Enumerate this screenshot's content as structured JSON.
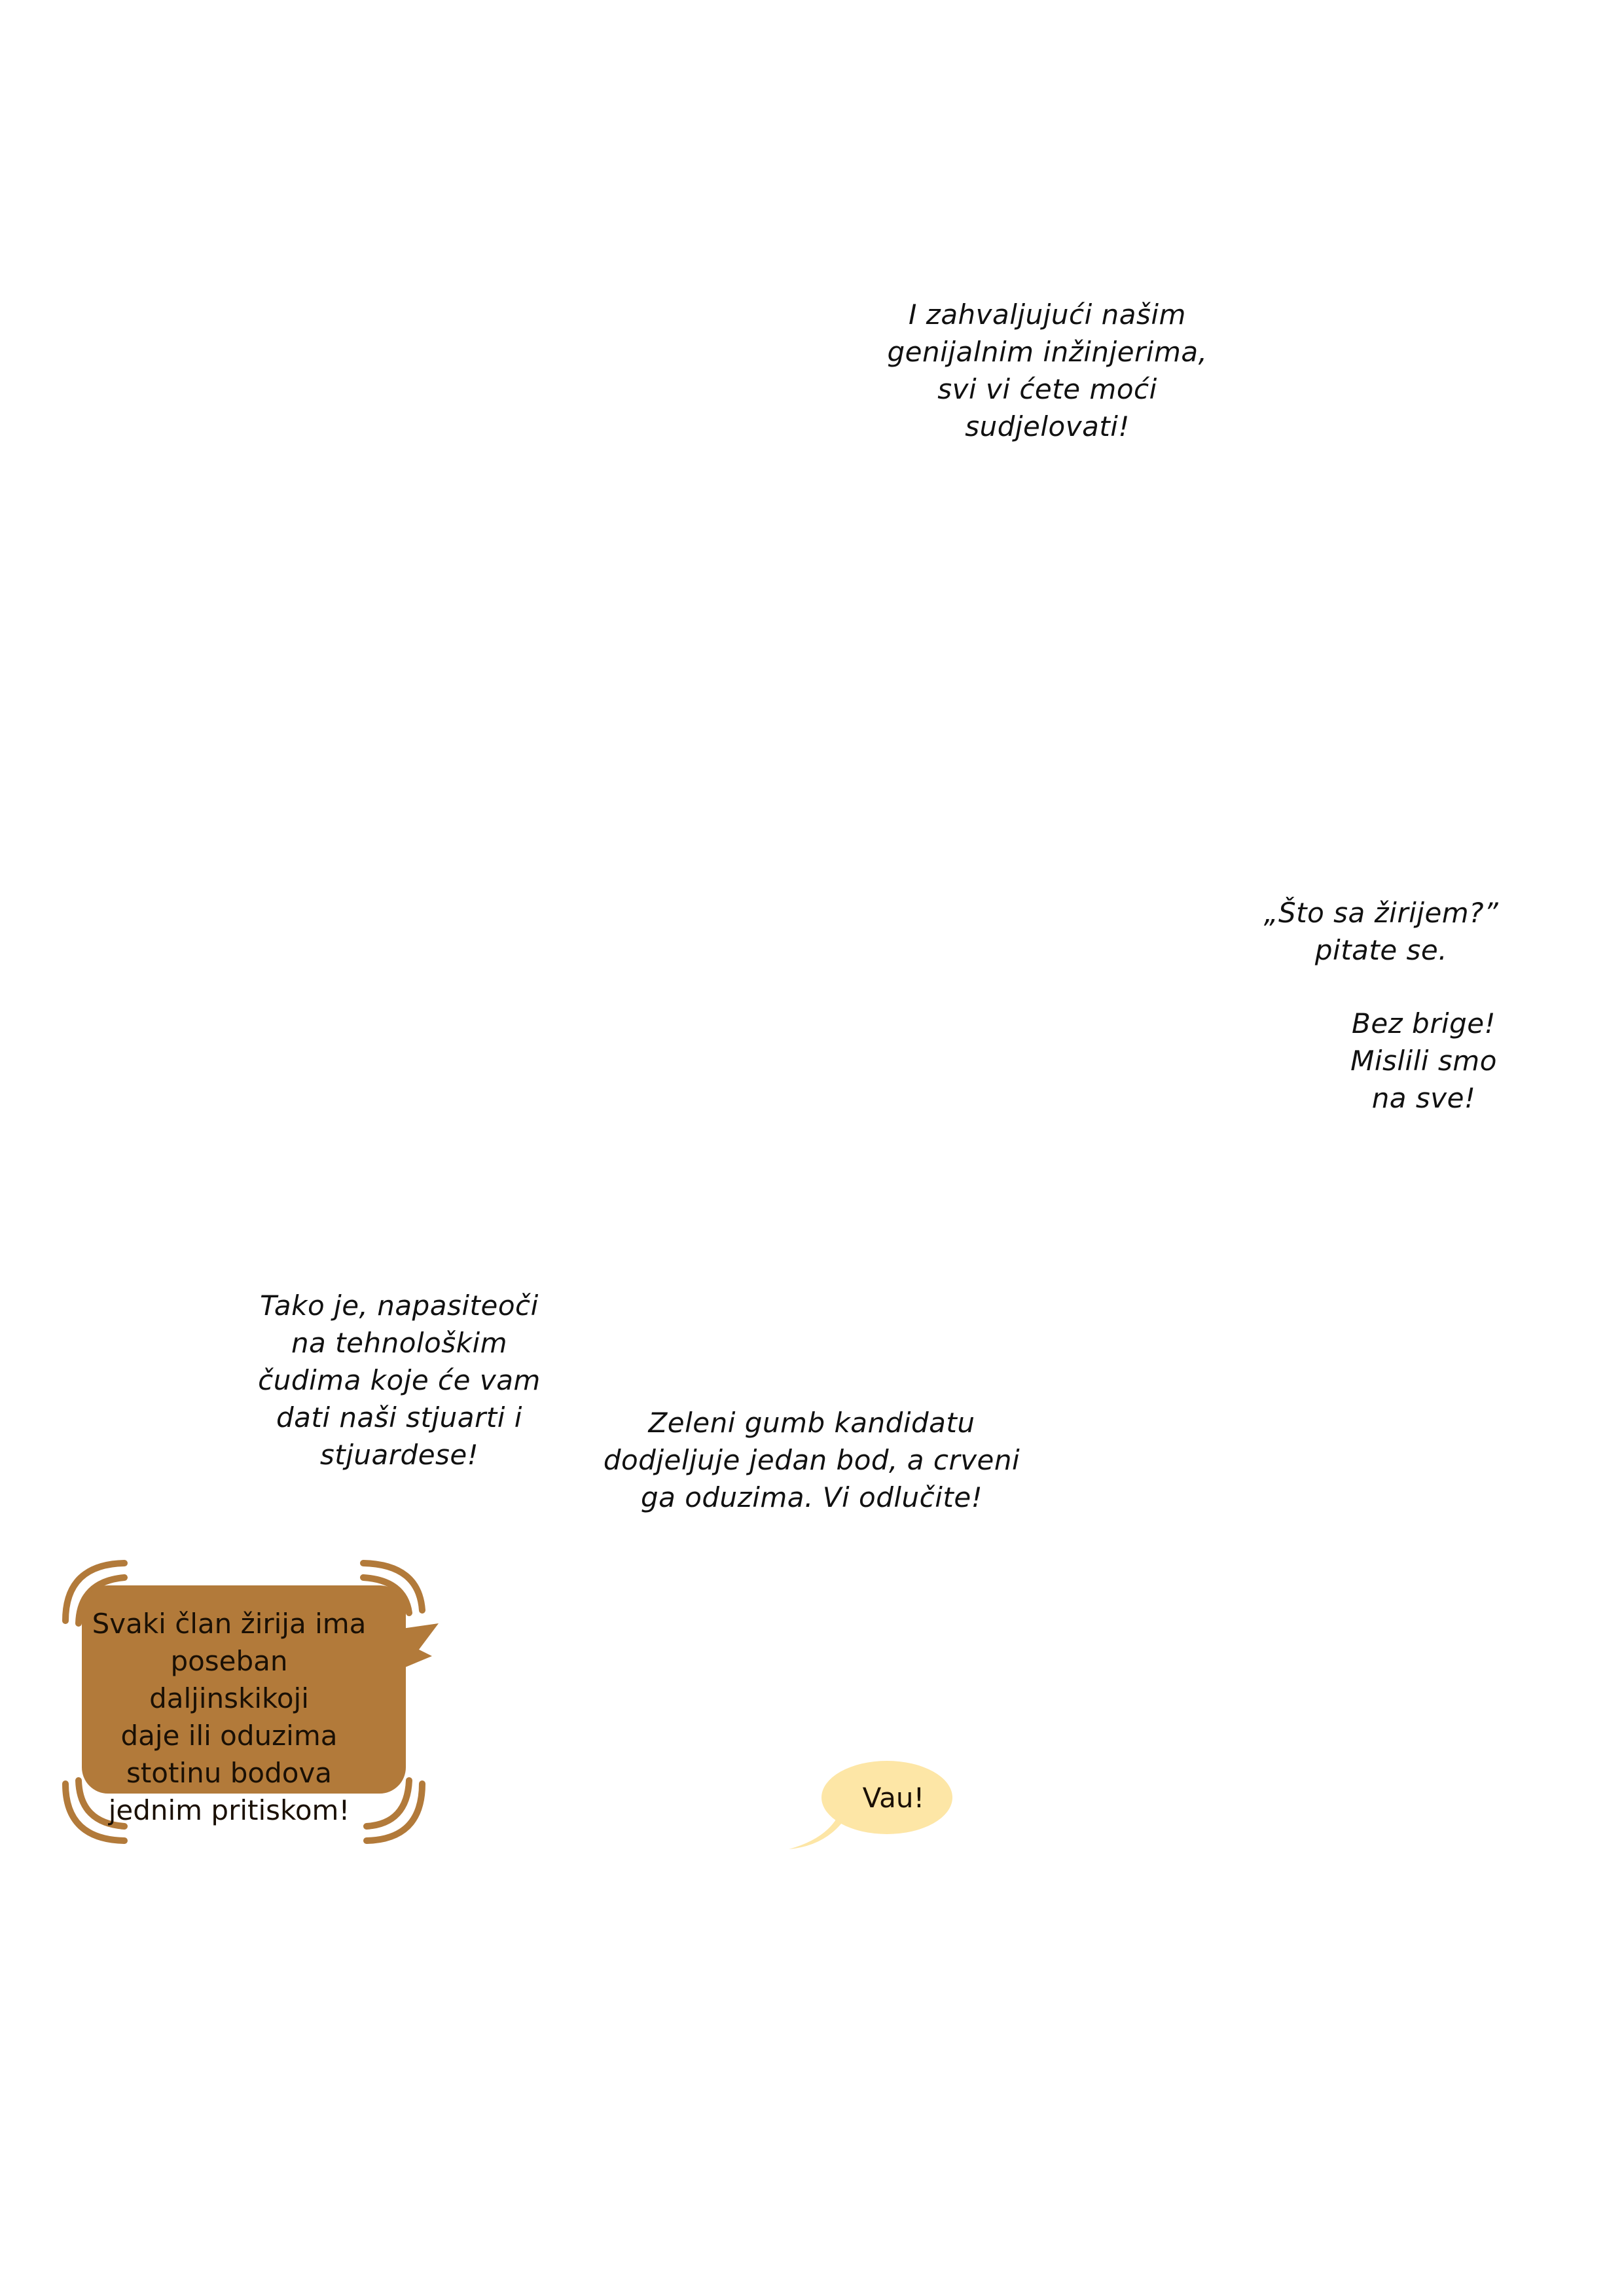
{
  "captions": {
    "engineers": "I zahvaljujući našim\ngenijalnim inžinjerima,\nsvi vi ćete moći\nsudjelovati!",
    "jury_question": "„Što sa žirijem?”\npitate se.",
    "no_worry": "Bez brige!\nMislili smo\nna sve!",
    "stewards": "Tako je, napasiteoči\nna tehnološkim\nčudima koje će vam\ndati naši stjuarti i\nstjuardese!",
    "buttons": "Zeleni gumb kandidatu\ndodjeljuje jedan bod, a crveni\nga oduzima. Vi odlučite!"
  },
  "remote_box": {
    "text": "Svaki član žirija ima\nposeban daljinskikoji\ndaje ili oduzima\nstotinu bodova\njednim pritiskom!",
    "fill_color": "#b27a3a",
    "accent_color": "#b27a3a"
  },
  "speech_bubble": {
    "text": "Vau!",
    "fill_color": "#fde6a6"
  }
}
